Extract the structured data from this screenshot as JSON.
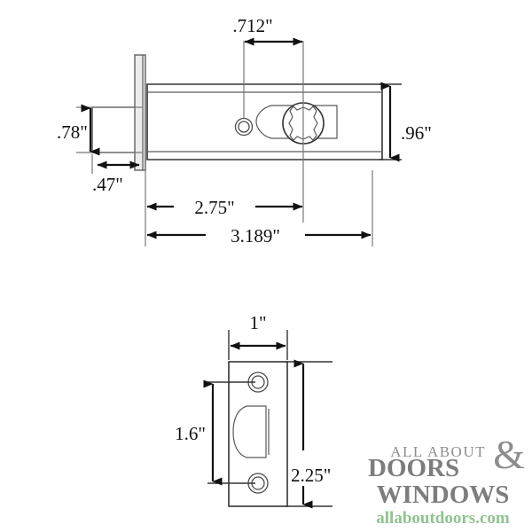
{
  "document": {
    "title": "Latch and Strike Plate Dimension Drawing",
    "units": "inches"
  },
  "top_view": {
    "name": "latch-assembly-side-view",
    "dimensions": {
      "bore_offset": ".712\"",
      "faceplate_thickness": ".47\"",
      "latch_bolt_height": ".78\"",
      "body_height": ".96\"",
      "backset": "2.75\"",
      "overall_length": "3.189\""
    },
    "features": {
      "faceplate": "faceplate",
      "latch_bolt": "latch-bolt",
      "body": "latch-body",
      "small_hole": "pin-hole",
      "spindle_hole": "splined-spindle-hole"
    }
  },
  "bottom_view": {
    "name": "strike-plate-front-view",
    "dimensions": {
      "width": "1\"",
      "screw_hole_spacing": "1.6\"",
      "height": "2.25\""
    },
    "features": {
      "plate": "strike-plate",
      "top_screw_hole": "top-screw-hole",
      "bottom_screw_hole": "bottom-screw-hole",
      "latch_opening": "latch-opening"
    }
  },
  "watermark": {
    "line1": "ALL ABOUT",
    "line2": "DOORS",
    "ampersand": "&",
    "line3": "WINDOWS",
    "url": "allaboutdoors.com",
    "text_color": "#7d7d7d",
    "url_color": "#90c390"
  }
}
